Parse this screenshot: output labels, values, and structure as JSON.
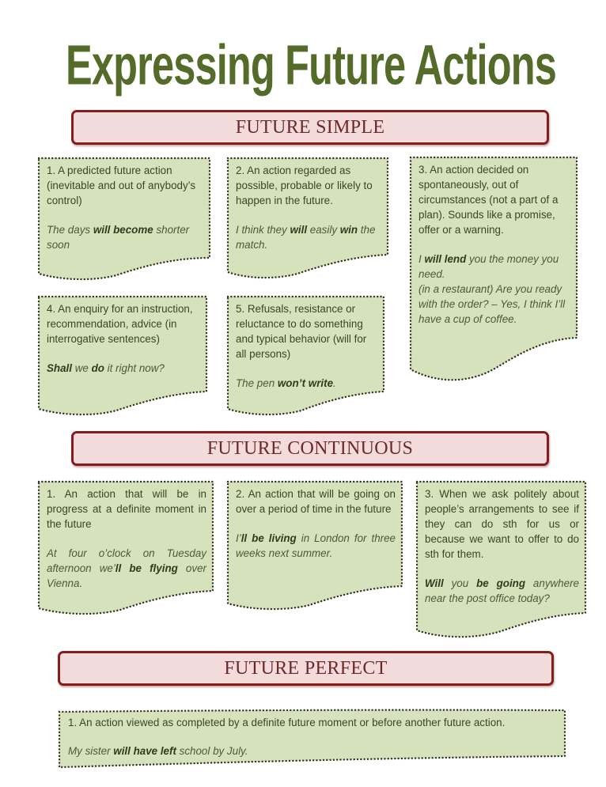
{
  "title": "Expressing Future Actions",
  "colors": {
    "title_green": "#546b2a",
    "card_fill": "#d6e2bb",
    "card_border": "#33331f",
    "banner_fill": "#f3dbdc",
    "banner_border": "#8b1a1a",
    "banner_text": "#6b2a2a"
  },
  "sections": [
    {
      "heading": "FUTURE SIMPLE",
      "cards": [
        {
          "desc": "1. A predicted future action (inevitable and out of anybody’s control)",
          "example": [
            {
              "t": "The days ",
              "b": false
            },
            {
              "t": "will become",
              "b": true
            },
            {
              "t": " shorter soon",
              "b": false
            }
          ]
        },
        {
          "desc": "2. An action regarded as possible, probable or likely to happen in the future.",
          "example": [
            {
              "t": "I think they ",
              "b": false
            },
            {
              "t": "will",
              "b": true
            },
            {
              "t": " easily ",
              "b": false
            },
            {
              "t": "win",
              "b": true
            },
            {
              "t": " the match.",
              "b": false
            }
          ]
        },
        {
          "desc": "3. An action decided on spontaneously, out of circumstances (not a part of a plan). Sounds like a promise, offer or a warning.",
          "example": [
            {
              "t": "I ",
              "b": false
            },
            {
              "t": "will lend",
              "b": true
            },
            {
              "t": " you the money you need.",
              "b": false
            }
          ],
          "example2": "(in a restaurant) Are you ready with the order? – Yes, I think I’ll have a cup of coffee."
        },
        {
          "desc": "4. An enquiry for an instruction, recommendation, advice (in interrogative sentences)",
          "example": [
            {
              "t": "Shall",
              "b": true
            },
            {
              "t": " we ",
              "b": false
            },
            {
              "t": "do",
              "b": true
            },
            {
              "t": " it right now?",
              "b": false
            }
          ]
        },
        {
          "desc": "5. Refusals, resistance or reluctance to do something and typical behavior (will for all persons)",
          "example": [
            {
              "t": "The pen ",
              "b": false
            },
            {
              "t": "won’t write",
              "b": true
            },
            {
              "t": ".",
              "b": false
            }
          ]
        }
      ]
    },
    {
      "heading": "FUTURE CONTINUOUS",
      "cards": [
        {
          "desc": "1. An action that will be in progress at a definite moment in the future",
          "example": [
            {
              "t": "At four o’clock on Tuesday afternoon we’",
              "b": false
            },
            {
              "t": "ll be flying",
              "b": true
            },
            {
              "t": " over Vienna.",
              "b": false
            }
          ]
        },
        {
          "desc": "2. An action that will be going on over a period of time in the future",
          "example": [
            {
              "t": "I’",
              "b": false
            },
            {
              "t": "ll be living",
              "b": true
            },
            {
              "t": " in London for three weeks next summer.",
              "b": false
            }
          ]
        },
        {
          "desc": "3. When we ask politely about people’s arrangements to see if they can do sth for us or because we want to offer to do sth for them.",
          "example": [
            {
              "t": "Will",
              "b": true
            },
            {
              "t": " you ",
              "b": false
            },
            {
              "t": "be going",
              "b": true
            },
            {
              "t": " anywhere near the post office today?",
              "b": false
            }
          ]
        }
      ]
    },
    {
      "heading": "FUTURE PERFECT",
      "cards": [
        {
          "desc": "1. An action viewed as completed by a definite future moment or before another future action.",
          "example": [
            {
              "t": "My sister ",
              "b": false
            },
            {
              "t": "will have left",
              "b": true
            },
            {
              "t": " school by July.",
              "b": false
            }
          ]
        }
      ]
    }
  ]
}
